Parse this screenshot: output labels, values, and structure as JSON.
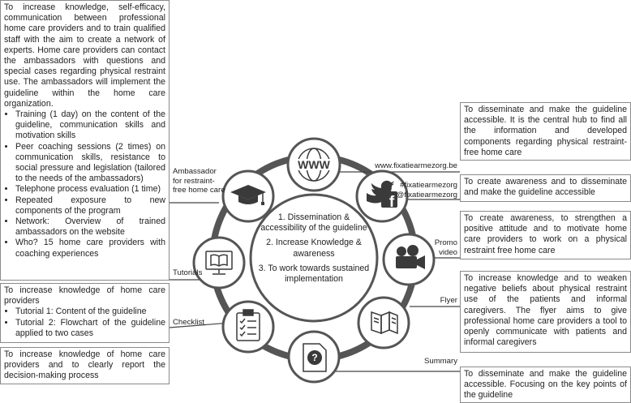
{
  "boxes": {
    "ambassador": {
      "text": "To increase knowledge, self-efficacy, communication between professional home care providers and to train qualified staff with the aim to create a network of experts. Home care providers can contact the ambassadors with questions and special cases regarding physical restraint use. The ambassadors will implement the guideline within the home care organization.",
      "bullets": [
        "Training (1 day) on the content of the guideline, communication skills and motivation skills",
        "Peer coaching sessions (2 times) on communication skills, resistance to social pressure and legislation (tailored to the needs of the ambassadors)",
        "Telephone process evaluation (1 time)",
        "Repeated exposure to new components of the program",
        "Network: Overview of trained ambassadors on the website",
        "Who? 15 home care providers with coaching experiences"
      ]
    },
    "tutorials": {
      "text": "To increase knowledge of home care providers",
      "bullets": [
        "Tutorial 1: Content of the guideline",
        "Tutorial 2: Flowchart of the guideline applied to two cases"
      ]
    },
    "checklist": {
      "text": "To increase knowledge of home care providers and to clearly report the decision-making process"
    },
    "website": {
      "text": "To disseminate and make the guideline accessible. It is the central hub to find all the information and developed components regarding physical restraint-free home care"
    },
    "social": {
      "text": "To create awareness and to disseminate and make the guideline accessible"
    },
    "promo": {
      "text": "To create awareness, to strengthen a positive attitude and to motivate home care providers to work on a physical restraint free home care"
    },
    "flyer": {
      "text": "To increase knowledge and to weaken negative beliefs about physical restraint use of the patients and informal caregivers. The flyer aims to give professional home care providers a tool to openly communicate with patients and informal caregivers"
    },
    "summary": {
      "text": "To disseminate and make the guideline accessible. Focusing on the key points of the guideline"
    }
  },
  "labels": {
    "ambassador_line1": "Ambassador",
    "ambassador_line2": "for restraint-",
    "ambassador_line3": "free home care",
    "tutorials": "Tutorials",
    "checklist": "Checklist",
    "website": "www.fixatiearmezorg.be",
    "social_line1": "#fixatiearmezorg",
    "social_line2": "@fixatiearmezorg",
    "promo_line1": "Promo",
    "promo_line2": "video",
    "flyer": "Flyer",
    "summary": "Summary"
  },
  "center": {
    "goal1": "1. Dissemination & accessibility of the guideline",
    "goal2": "2. Increase Knowledge & awareness",
    "goal3": "3. To work towards sustained implementation"
  },
  "icons": {
    "website": "www-globe-icon",
    "social": "twitter-facebook-icon",
    "promo": "video-camera-icon",
    "flyer": "flyer-icon",
    "summary": "question-document-icon",
    "checklist": "clipboard-checklist-icon",
    "tutorials": "monitor-book-icon",
    "ambassador": "graduation-cap-icon"
  },
  "colors": {
    "ring": "#555555",
    "icon": "#3a3a3a",
    "line": "#444444"
  }
}
